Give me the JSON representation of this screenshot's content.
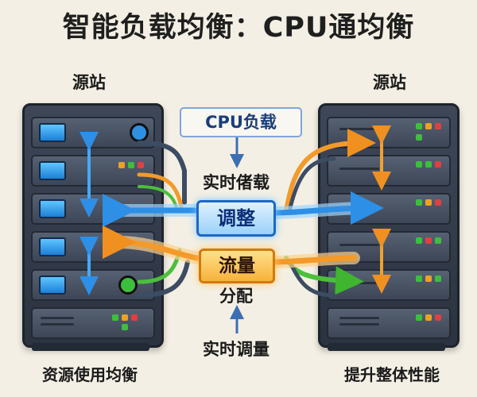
{
  "title": "智能负载均衡：CPU通均衡",
  "left_rack_label": "源站",
  "right_rack_label": "源站",
  "center": {
    "cpu_load": "CPU负载",
    "realtime_load": "实时偖载",
    "adjust": "调整",
    "traffic": "流量",
    "distribution": "分配",
    "realtime_adjust": "实时调量"
  },
  "bottom_left": "资源使用均衡",
  "bottom_right": "提升整体性能",
  "colors": {
    "blue_flow": "#3aa0f0",
    "orange_flow": "#f39a2a",
    "green_flow": "#4cbf3c",
    "rack": "#3a4252",
    "background": "#f4efe4"
  }
}
